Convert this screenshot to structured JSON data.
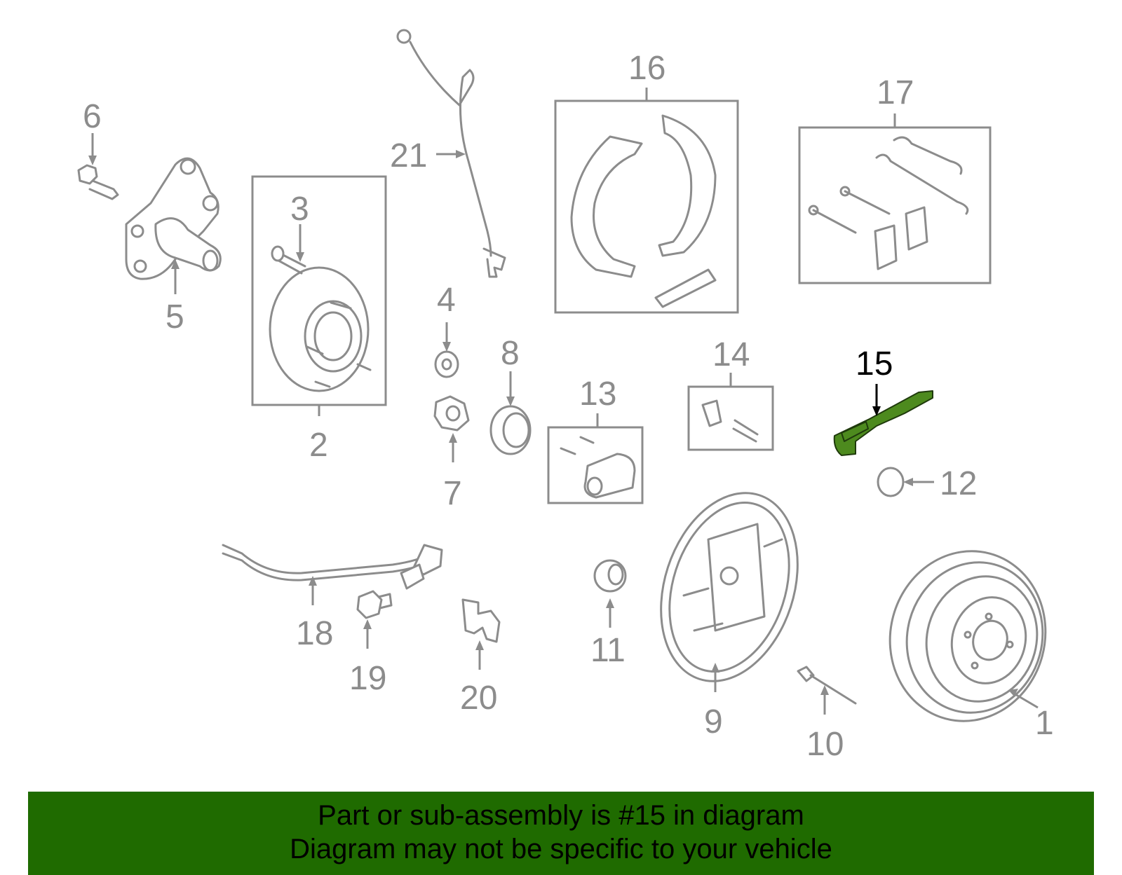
{
  "callouts": {
    "c1": "1",
    "c2": "2",
    "c3": "3",
    "c4": "4",
    "c5": "5",
    "c6": "6",
    "c7": "7",
    "c8": "8",
    "c9": "9",
    "c10": "10",
    "c11": "11",
    "c12": "12",
    "c13": "13",
    "c14": "14",
    "c15": "15",
    "c16": "16",
    "c17": "17",
    "c18": "18",
    "c19": "19",
    "c20": "20",
    "c21": "21"
  },
  "highlight": {
    "part": "15",
    "color": "#4d8a1e"
  },
  "banner": {
    "line1": "Part or sub-assembly is #15 in diagram",
    "line2": "Diagram may not be specific to your vehicle",
    "background": "#1f6b00"
  }
}
